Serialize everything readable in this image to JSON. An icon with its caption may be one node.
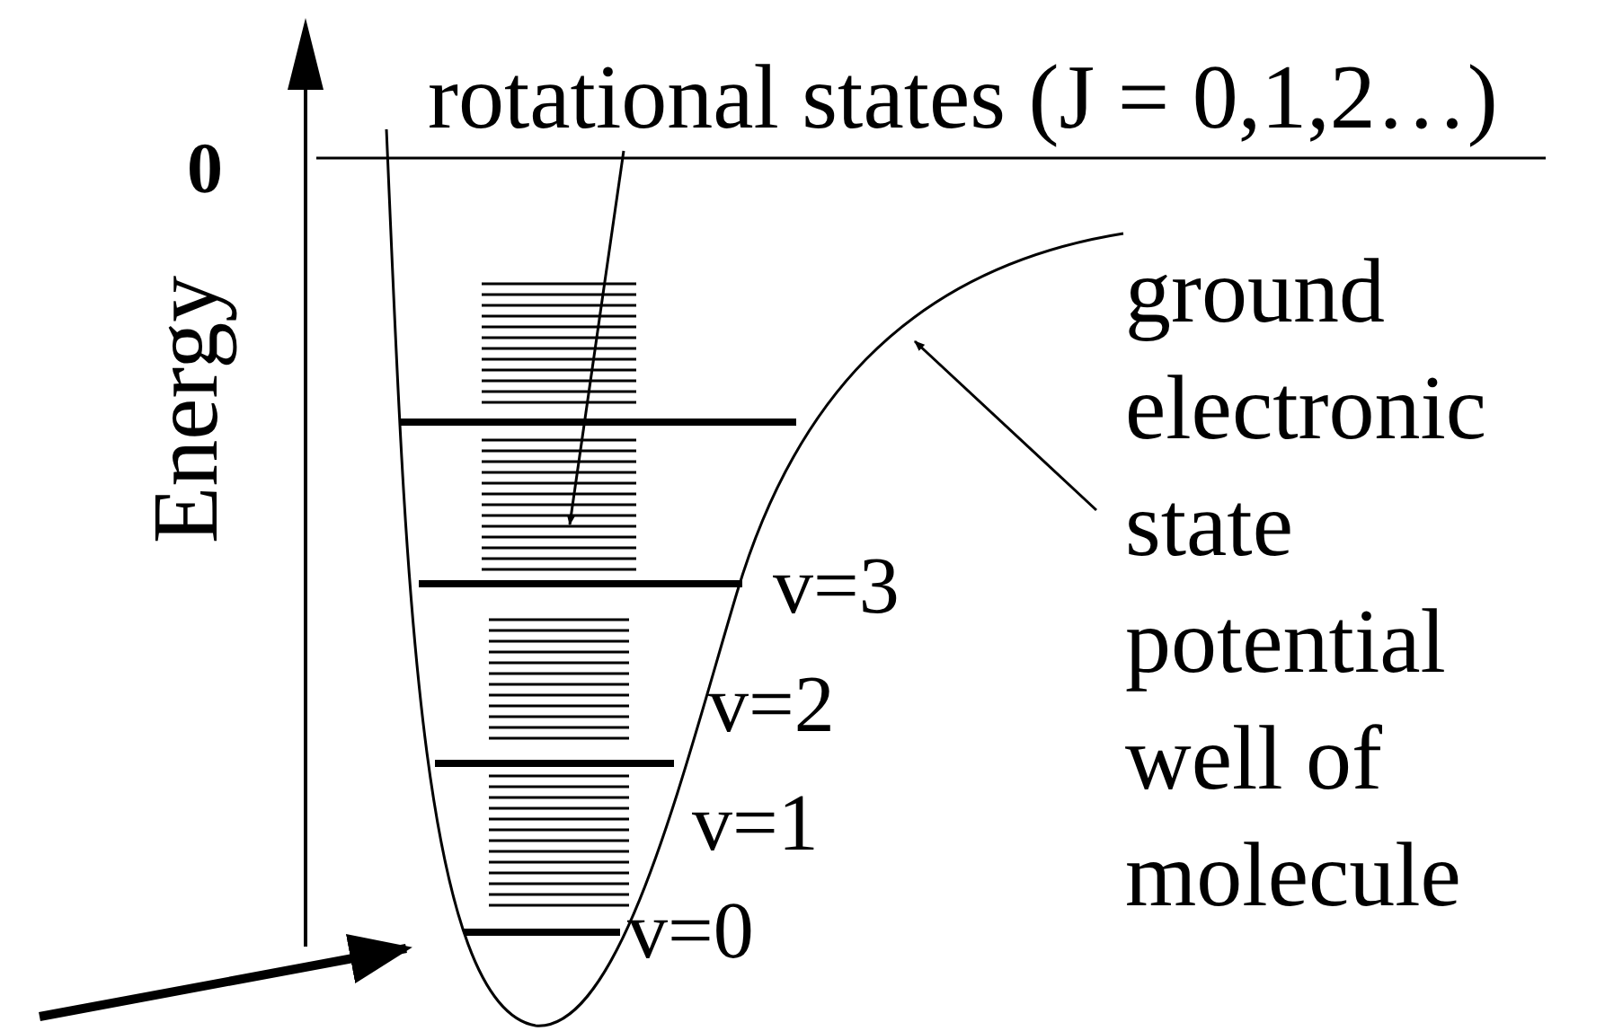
{
  "diagram": {
    "nodes": [
      {
        "text": [
          "rotational states (J = 0,1,2…)"
        ]
      },
      {
        "text": [
          "ground electronic state potential well of molecule"
        ]
      },
      {
        "text": [],
        "shape": "curve"
      },
      {
        "text": [],
        "shape": "lines",
        "in": 2
      }
    ],
    "edges": [
      {
        "from": 0,
        "to": 3,
        "arrow": "to"
      },
      {
        "from": 1,
        "to": 2,
        "arrow": "to"
      },
      {
        "from": null,
        "to": 2,
        "arrow": "to",
        "style": "thick"
      }
    ],
    "labels": [
      "0",
      "Energy",
      "v=3",
      "v=2",
      "v=1",
      "v=0"
    ]
  }
}
